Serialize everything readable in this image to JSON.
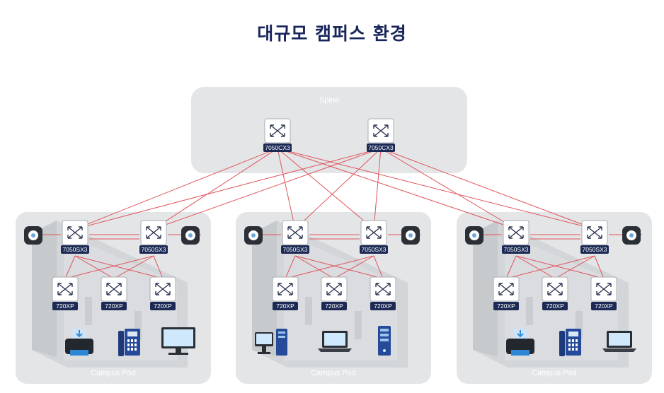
{
  "title": "대규모 캠퍼스 환경",
  "spine": {
    "label": "Spine",
    "switches": [
      {
        "model": "7050CX3"
      },
      {
        "model": "7050CX3"
      }
    ]
  },
  "pods": [
    {
      "label": "Campus Pod",
      "leaf_switches": [
        {
          "model": "7050SX3"
        },
        {
          "model": "7050SX3"
        }
      ],
      "access_switches": [
        {
          "model": "720XP"
        },
        {
          "model": "720XP"
        },
        {
          "model": "720XP"
        }
      ],
      "endpoints": [
        "printer-icon",
        "ip-phone-icon",
        "desktop-monitor-icon"
      ]
    },
    {
      "label": "Campus Pod",
      "leaf_switches": [
        {
          "model": "7050SX3"
        },
        {
          "model": "7050SX3"
        }
      ],
      "access_switches": [
        {
          "model": "720XP"
        },
        {
          "model": "720XP"
        },
        {
          "model": "720XP"
        }
      ],
      "endpoints": [
        "workstation-icon",
        "laptop-icon",
        "server-icon"
      ]
    },
    {
      "label": "Campus Pod",
      "leaf_switches": [
        {
          "model": "7050SX3"
        },
        {
          "model": "7050SX3"
        }
      ],
      "access_switches": [
        {
          "model": "720XP"
        },
        {
          "model": "720XP"
        },
        {
          "model": "720XP"
        }
      ],
      "endpoints": [
        "printer-icon",
        "ip-phone-icon",
        "laptop-icon"
      ]
    }
  ],
  "colors": {
    "title": "#18255a",
    "link": "#e0555c",
    "group_bg": "#e3e5e7",
    "switch_label": "#1c2a55",
    "access_point": "#2b2f36",
    "device_blue": "#2d8ed8"
  }
}
